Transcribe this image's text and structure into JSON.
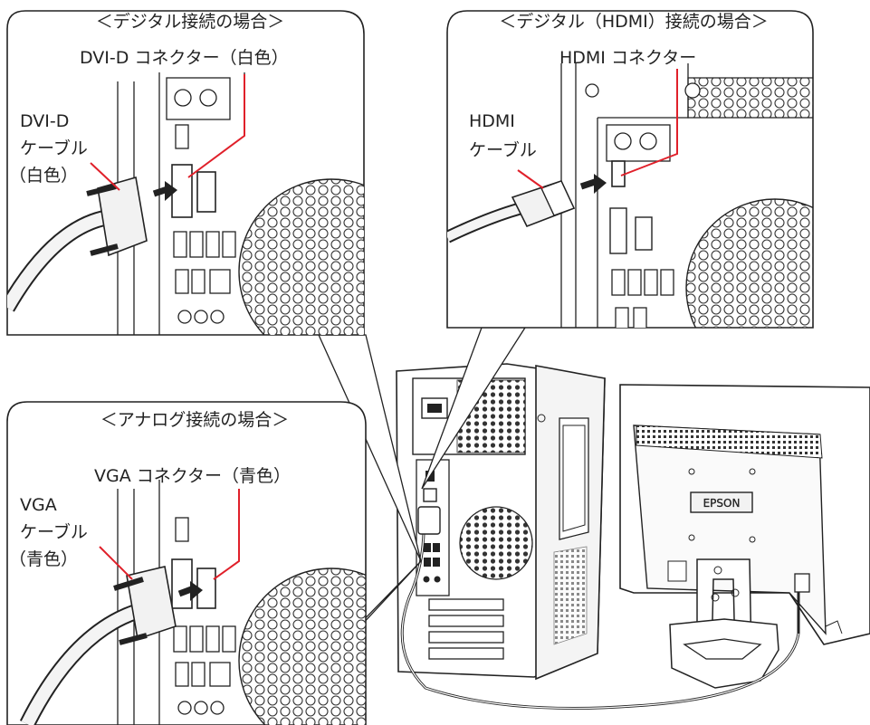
{
  "panels": {
    "digital_dvi": {
      "title": "＜デジタル接続の場合＞",
      "connector_label": "DVI-D コネクター（白色）",
      "cable_label": [
        "DVI-D",
        "ケーブル",
        "（白色）"
      ]
    },
    "digital_hdmi": {
      "title": "＜デジタル（HDMI）接続の場合＞",
      "connector_label": "HDMI コネクター",
      "cable_label": [
        "HDMI",
        "ケーブル"
      ]
    },
    "analog_vga": {
      "title": "＜アナログ接続の場合＞",
      "connector_label": "VGA コネクター（青色）",
      "cable_label": [
        "VGA",
        "ケーブル",
        "（青色）"
      ]
    }
  },
  "monitor": {
    "brand": "EPSON"
  },
  "colors": {
    "leader_line": "#e0202a",
    "outline": "#222222",
    "fill_light": "#f2f2f2"
  }
}
